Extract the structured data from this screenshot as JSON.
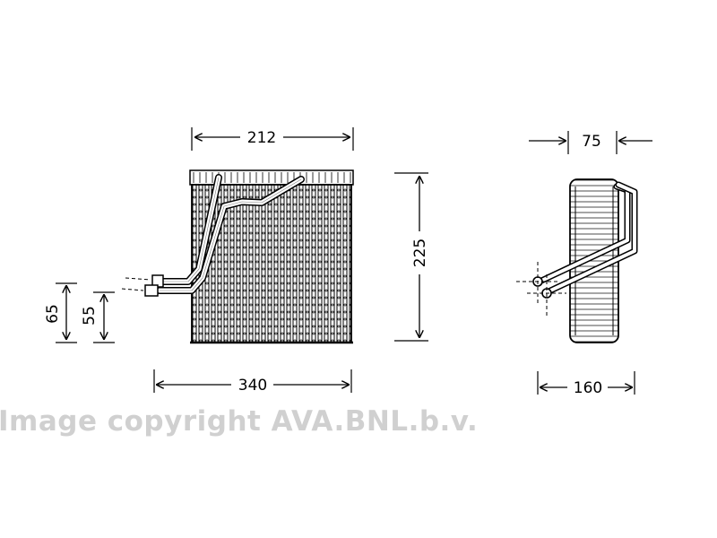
{
  "dimensions": {
    "front_width": "212",
    "overall_width": "340",
    "height": "225",
    "pipe_height_upper": "65",
    "pipe_height_lower": "55",
    "depth": "75",
    "side_depth_total": "160"
  },
  "watermark": "Image copyright AVA.BNL.b.v.",
  "colors": {
    "line": "#000000",
    "watermark": "#d0d0d0"
  }
}
